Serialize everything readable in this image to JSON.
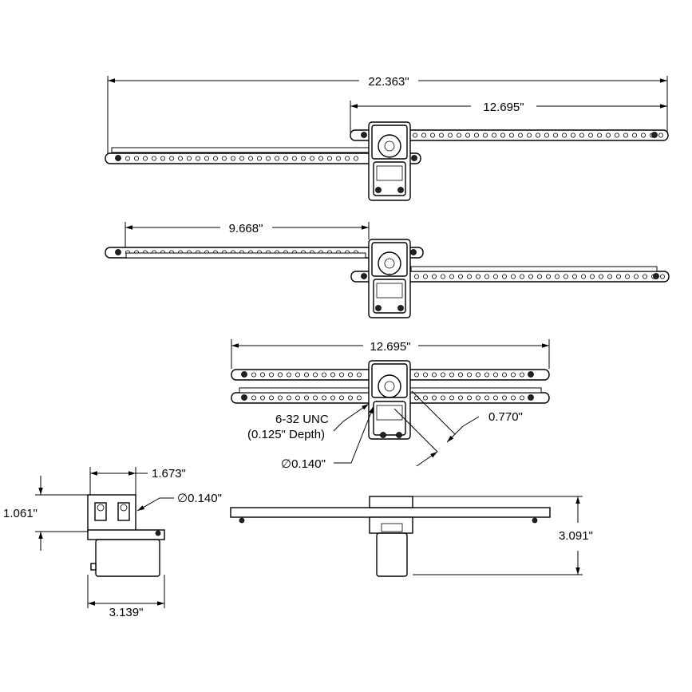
{
  "dimensions": {
    "top_overall": "22.363\"",
    "top_right": "12.695\"",
    "middle_left": "9.668\"",
    "bottom_span": "12.695\"",
    "thread": "6-32 UNC",
    "thread_depth": "(0.125\" Depth)",
    "hole_dia": "∅0.140\"",
    "angle_dim": "0.770\"",
    "side_width": "1.673\"",
    "side_height": "1.061\"",
    "side_hole_dia": "∅0.140\"",
    "side_base": "3.139\"",
    "front_height": "3.091\""
  },
  "colors": {
    "line": "#000000",
    "nut": "#222222",
    "background": "#ffffff"
  }
}
